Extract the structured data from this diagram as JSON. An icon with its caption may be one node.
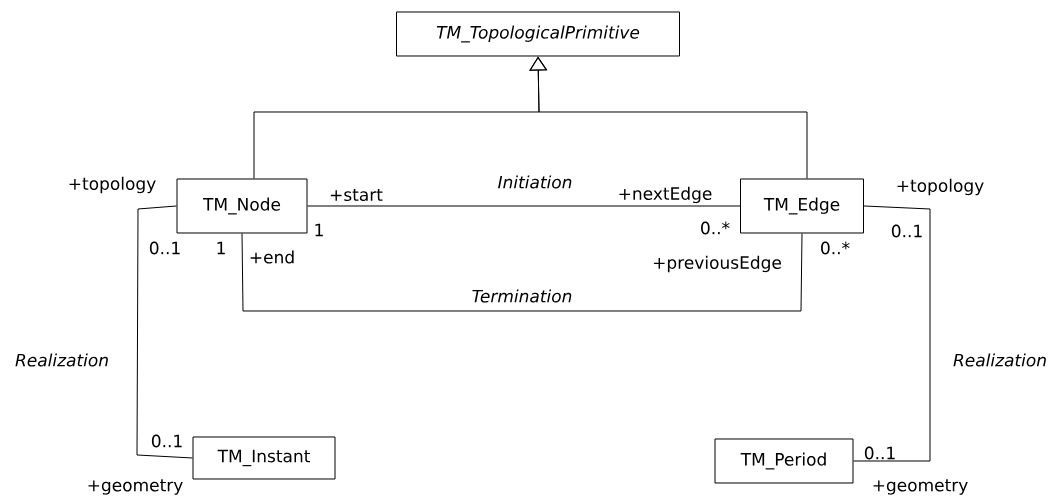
{
  "diagram": {
    "nodes": [
      {
        "text": [
          "TM_TopologicalPrimitive"
        ]
      },
      {
        "text": [
          "TM_Node"
        ]
      },
      {
        "text": [
          "TM_Edge"
        ]
      },
      {
        "text": [
          "TM_Instant"
        ]
      },
      {
        "text": [
          "TM_Period"
        ]
      }
    ],
    "edges": [
      {
        "from": 1,
        "to": 0,
        "arrow": "to"
      },
      {
        "from": 2,
        "to": 0,
        "arrow": "to"
      },
      {
        "from": 1,
        "to": 2,
        "arrow": "none",
        "label": "Initiation"
      },
      {
        "from": 1,
        "to": 2,
        "arrow": "none",
        "label": "Termination"
      },
      {
        "from": 1,
        "to": 3,
        "arrow": "none",
        "label": "Realization"
      },
      {
        "from": 2,
        "to": 4,
        "arrow": "none",
        "label": "Realization"
      }
    ],
    "labels": [
      "+topology",
      "+start",
      "+nextEdge",
      "+topology",
      "1",
      "0..*",
      "0..1",
      "0..1",
      "1",
      "+end",
      "0..*",
      "+previousEdge",
      "0..1",
      "0..1",
      "+geometry",
      "+geometry"
    ]
  }
}
